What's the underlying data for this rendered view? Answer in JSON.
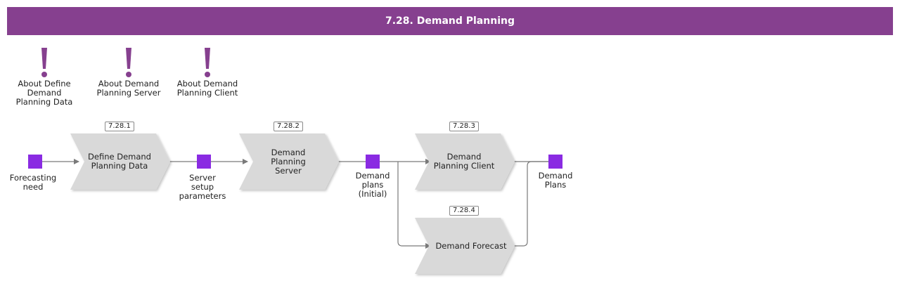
{
  "title": "7.28. Demand Planning",
  "about_links": [
    {
      "label": "About Define\nDemand\nPlanning Data",
      "icon": "exclamation-icon"
    },
    {
      "label": "About Demand\nPlanning Server",
      "icon": "exclamation-icon"
    },
    {
      "label": "About Demand\nPlanning Client",
      "icon": "exclamation-icon"
    }
  ],
  "events": [
    {
      "label": "Forecasting\nneed"
    },
    {
      "label": "Server\nsetup\nparameters"
    },
    {
      "label": "Demand\nplans\n(Initial)"
    },
    {
      "label": "Demand\nPlans"
    }
  ],
  "processes": [
    {
      "id": "7.28.1",
      "label": "Define Demand\nPlanning Data"
    },
    {
      "id": "7.28.2",
      "label": "Demand\nPlanning\nServer"
    },
    {
      "id": "7.28.3",
      "label": "Demand\nPlanning Client"
    },
    {
      "id": "7.28.4",
      "label": "Demand Forecast"
    }
  ],
  "colors": {
    "header": "#86408f",
    "event": "#8a2be2",
    "process": "#d9d9d9",
    "exclamation": "#86408f",
    "connector": "#7a7a7a"
  }
}
